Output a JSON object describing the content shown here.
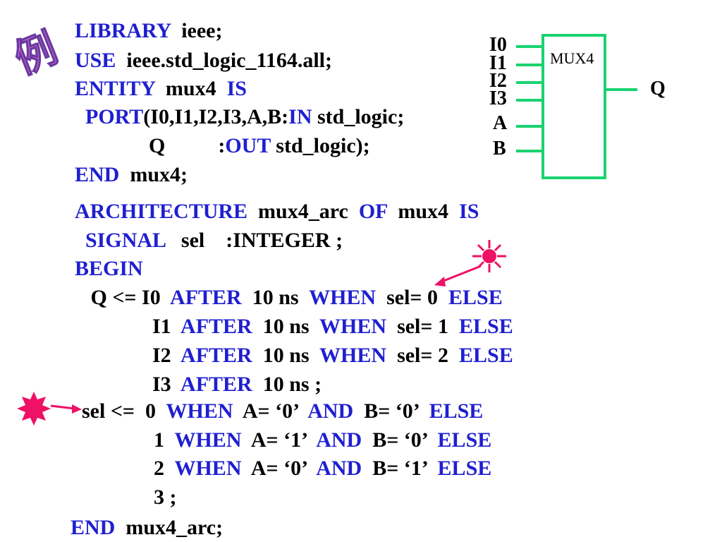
{
  "title_char": "例",
  "entity_lines": [
    [
      {
        "t": "LIBRARY",
        "k": true
      },
      {
        "t": "  ieee;"
      }
    ],
    [
      {
        "t": "USE",
        "k": true
      },
      {
        "t": "  ieee.std_logic_1164.all;"
      }
    ],
    [
      {
        "t": "ENTITY",
        "k": true
      },
      {
        "t": "  mux4  "
      },
      {
        "t": "IS",
        "k": true
      }
    ],
    [
      {
        "t": "  PORT",
        "k": true
      },
      {
        "t": "(I0,I1,I2,I3,A,B:"
      },
      {
        "t": "IN",
        "k": true
      },
      {
        "t": " std_logic;"
      }
    ],
    [
      {
        "t": "              Q          :"
      },
      {
        "t": "OUT",
        "k": true
      },
      {
        "t": " std_logic);"
      }
    ],
    [
      {
        "t": "END",
        "k": true
      },
      {
        "t": "  mux4;"
      }
    ]
  ],
  "arch_lines": [
    [
      {
        "t": "ARCHITECTURE",
        "k": true
      },
      {
        "t": "  mux4_arc  "
      },
      {
        "t": "OF",
        "k": true
      },
      {
        "t": "  mux4  "
      },
      {
        "t": "IS",
        "k": true
      }
    ],
    [
      {
        "t": "  SIGNAL",
        "k": true
      },
      {
        "t": "   sel    :INTEGER ;"
      }
    ],
    [
      {
        "t": "BEGIN",
        "k": true
      }
    ],
    [
      {
        "t": "   Q <= I0  "
      },
      {
        "t": "AFTER",
        "k": true
      },
      {
        "t": "  10 ns  "
      },
      {
        "t": "WHEN",
        "k": true
      },
      {
        "t": "  sel= 0  "
      },
      {
        "t": "ELSE",
        "k": true
      }
    ],
    [
      {
        "t": "I1  "
      },
      {
        "t": "AFTER",
        "k": true
      },
      {
        "t": "  10 ns  "
      },
      {
        "t": "WHEN",
        "k": true
      },
      {
        "t": "  sel= 1  "
      },
      {
        "t": "ELSE",
        "k": true
      }
    ],
    [
      {
        "t": "I2  "
      },
      {
        "t": "AFTER",
        "k": true
      },
      {
        "t": "  10 ns  "
      },
      {
        "t": "WHEN",
        "k": true
      },
      {
        "t": "  sel= 2  "
      },
      {
        "t": "ELSE",
        "k": true
      }
    ],
    [
      {
        "t": "I3  "
      },
      {
        "t": "AFTER",
        "k": true
      },
      {
        "t": "  10 ns ;"
      }
    ],
    [
      {
        "t": "sel <=  0  "
      },
      {
        "t": "WHEN",
        "k": true
      },
      {
        "t": "  A= ‘0’  "
      },
      {
        "t": "AND",
        "k": true
      },
      {
        "t": "  B= ‘0’  "
      },
      {
        "t": "ELSE",
        "k": true
      }
    ],
    [
      {
        "t": "1  "
      },
      {
        "t": "WHEN",
        "k": true
      },
      {
        "t": "  A= ‘1’  "
      },
      {
        "t": "AND",
        "k": true
      },
      {
        "t": "  B= ‘0’  "
      },
      {
        "t": "ELSE",
        "k": true
      }
    ],
    [
      {
        "t": "2  "
      },
      {
        "t": "WHEN",
        "k": true
      },
      {
        "t": "  A= ‘0’  "
      },
      {
        "t": "AND",
        "k": true
      },
      {
        "t": "  B= ‘1’  "
      },
      {
        "t": "ELSE",
        "k": true
      }
    ],
    [
      {
        "t": "3 ;"
      }
    ],
    [
      {
        "t": "END",
        "k": true
      },
      {
        "t": "  mux4_arc;"
      }
    ]
  ],
  "diagram": {
    "block_label": "MUX4",
    "inputs": [
      "I0",
      "I1",
      "I2",
      "I3",
      "A",
      "B"
    ],
    "output": "Q"
  }
}
